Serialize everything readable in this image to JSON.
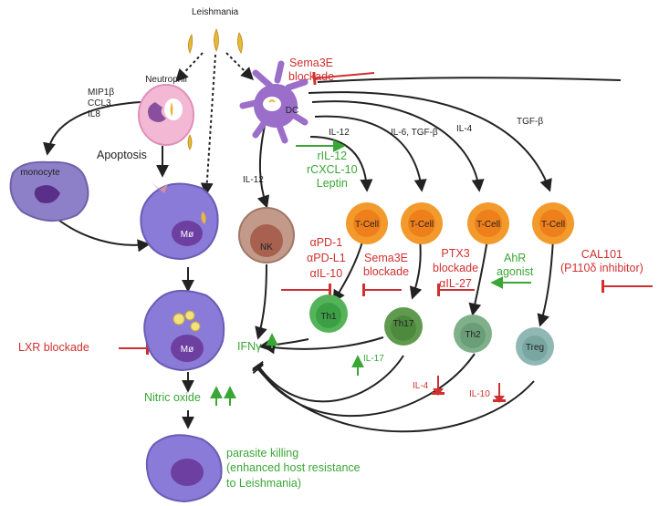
{
  "diagram": {
    "pathogen": "Leishmania",
    "cells": {
      "neutrophil": "Neutrophil",
      "monocyte": "monocyte",
      "dc": "DC",
      "nk": "NK",
      "macrophage": "Mø",
      "tcell": "T-Cell",
      "th1": "Th1",
      "th17": "Th17",
      "th2": "Th2",
      "treg": "Treg"
    },
    "chemokines": [
      "MIP1β",
      "CCL3",
      "IL8"
    ],
    "apoptosis": "Apoptosis",
    "cytokines": {
      "il12_nk": "IL-12",
      "il12_t1": "IL-12",
      "il6_tgfb": "IL-6, TGF-β",
      "il4": "IL-4",
      "tgfb": "TGF-β",
      "ifng": "IFNγ",
      "il17": "IL-17",
      "il4_down": "IL-4",
      "il10_down": "IL-10"
    },
    "interventions": {
      "sema3e_blockade_dc": [
        "Sema3E",
        "blockade"
      ],
      "green_agonists": [
        "rIL-12",
        "rCXCL-10",
        "Leptin"
      ],
      "checkpoint": [
        "αPD-1",
        "αPD-L1",
        "αIL-10"
      ],
      "sema3e_blockade_th": [
        "Sema3E",
        "blockade"
      ],
      "ptx3": [
        "PTX3",
        "blockade",
        "αIL-27"
      ],
      "ahr": [
        "AhR",
        "agonist"
      ],
      "cal101": [
        "CAL101",
        "(P110δ inhibitor)"
      ],
      "lxr": "LXR blockade"
    },
    "nitric_oxide": "Nitric oxide",
    "outcome": [
      "parasite killing",
      "(enhanced host resistance",
      "to Leishmania)"
    ],
    "colors": {
      "inhibit": "#d03030",
      "promote": "#3aa635",
      "arrow": "#222222",
      "tcell": "#f39a2c",
      "macrophage": "#8b7bd8",
      "dc": "#9b6fc9"
    }
  }
}
